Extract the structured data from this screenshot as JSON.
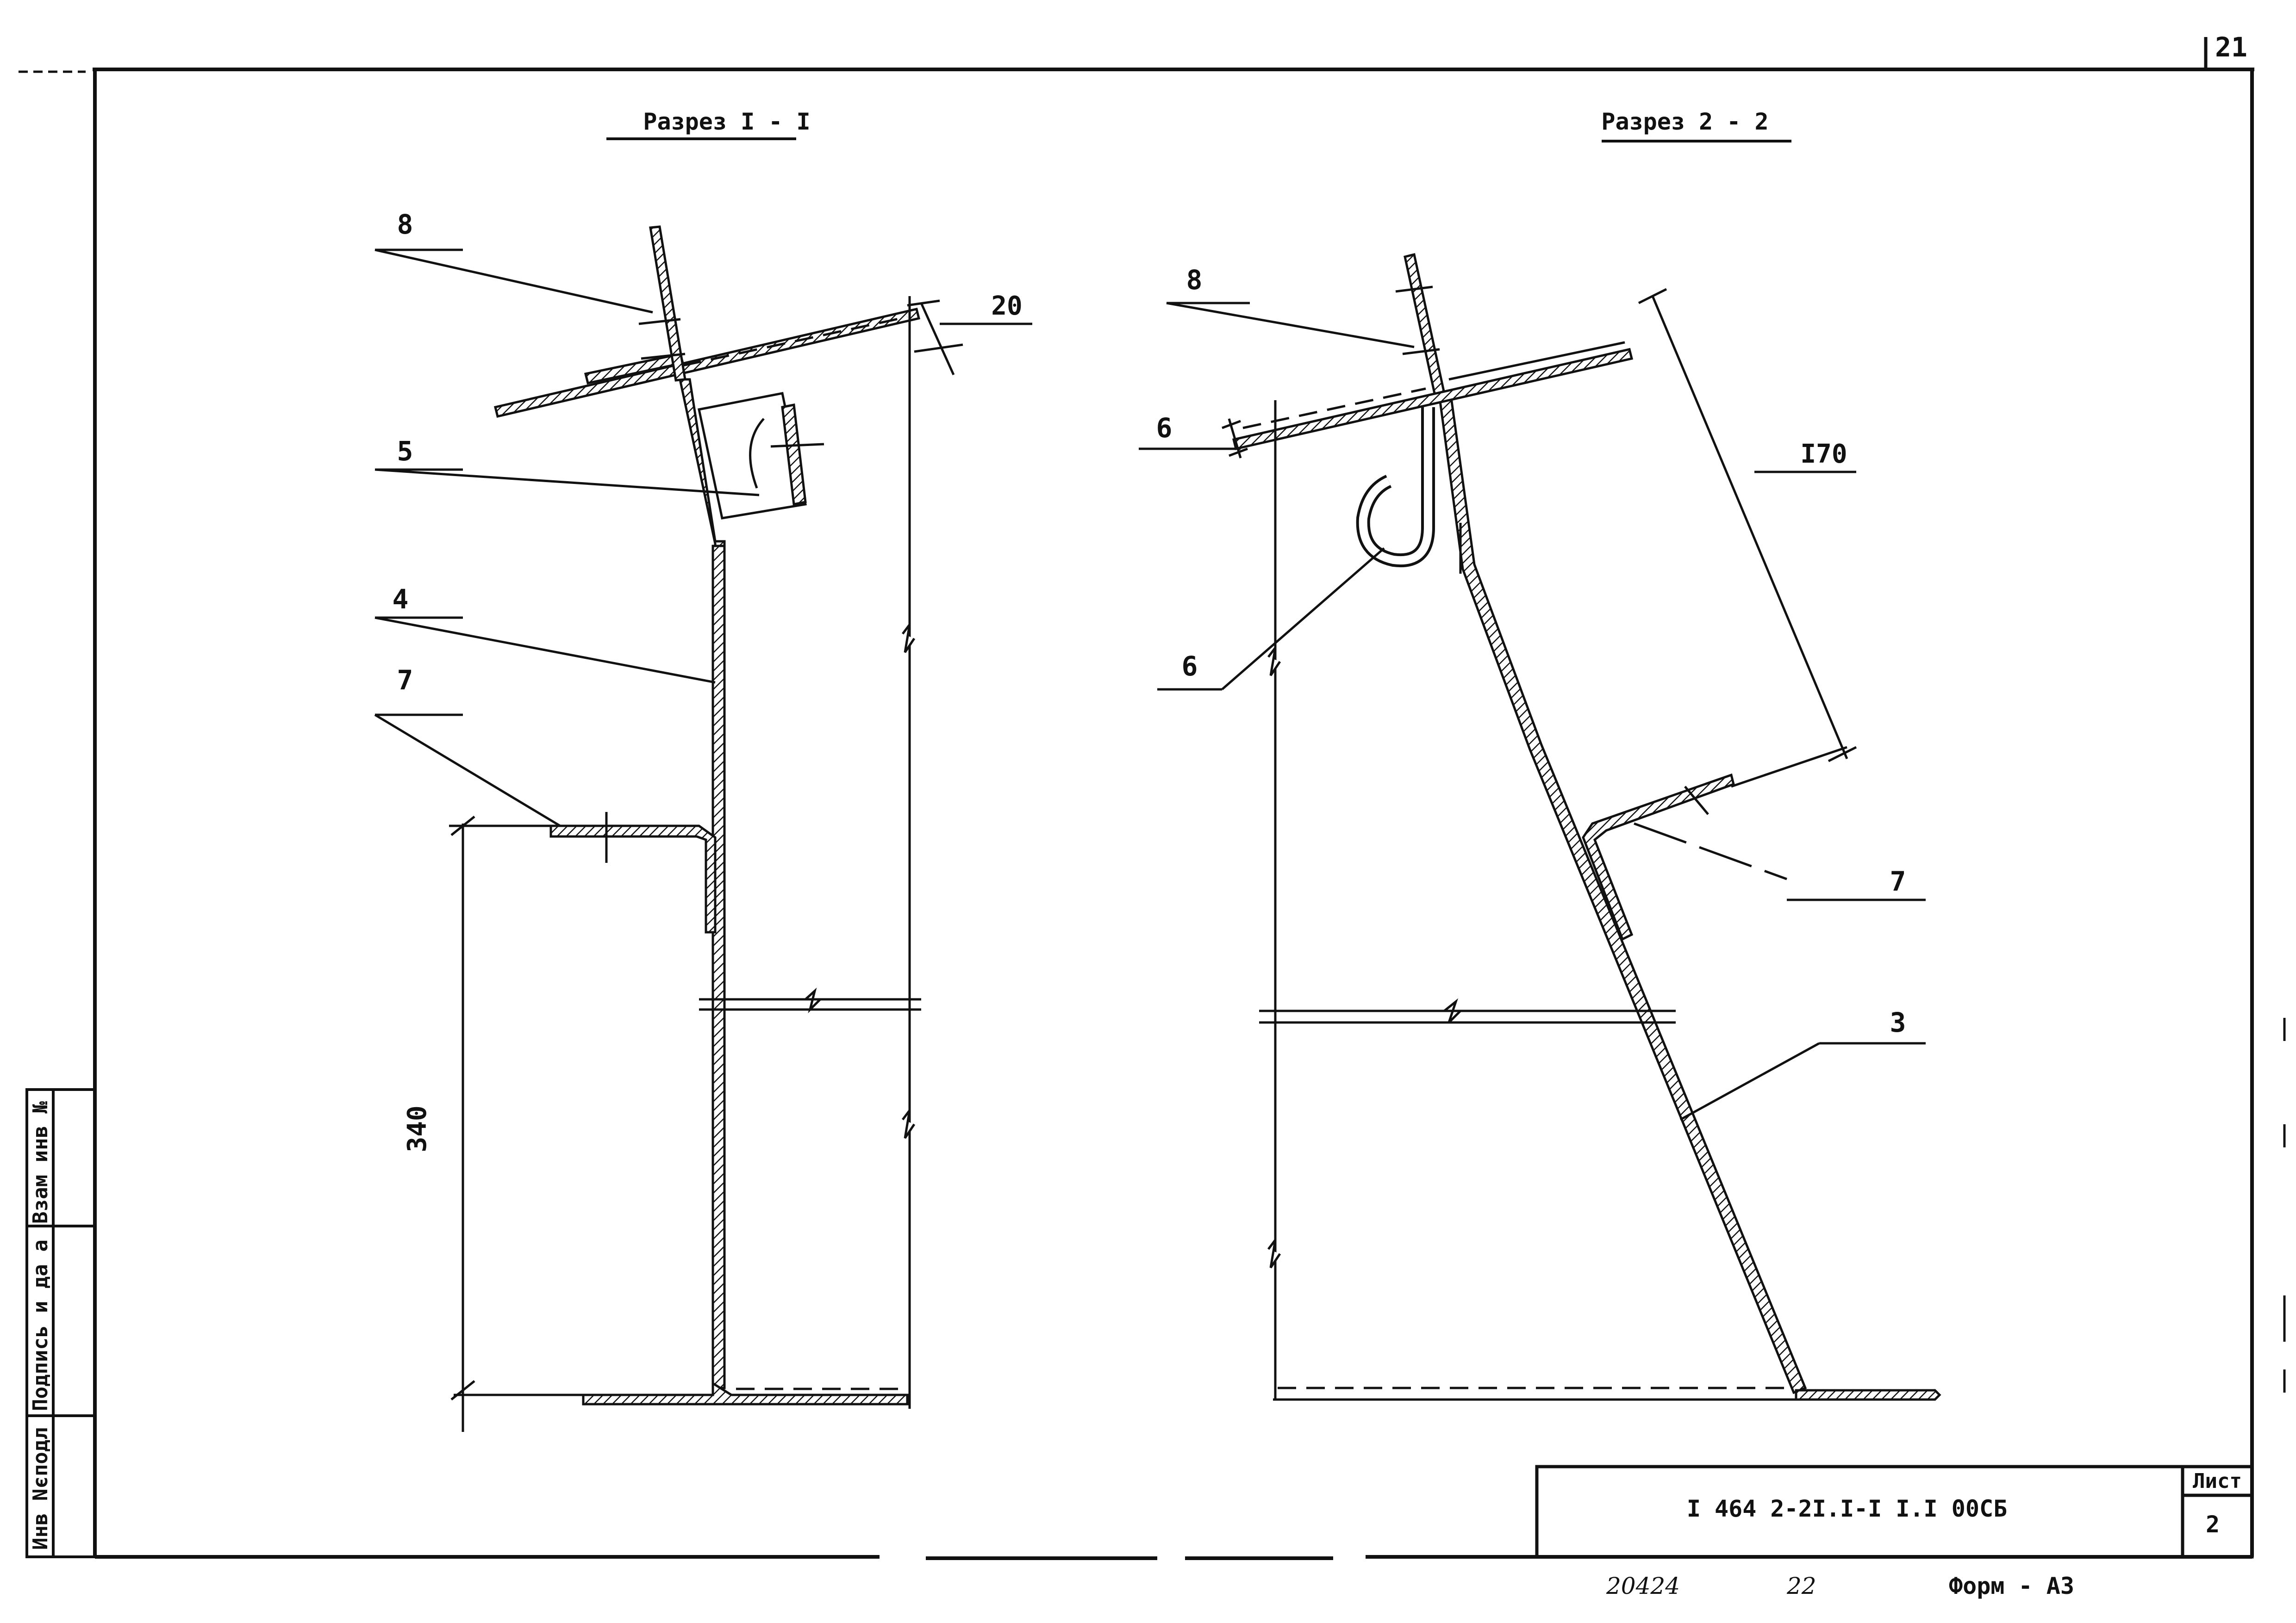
{
  "sheet_corner_number": "21",
  "section_1_title": "Разрез I - I",
  "section_2_title": "Разрез 2 - 2",
  "callouts": {
    "left_8": "8",
    "left_5": "5",
    "left_4": "4",
    "left_7": "7",
    "right_8": "8",
    "right_6_top": "6",
    "right_6_bottom": "6",
    "right_7": "7",
    "right_3": "3"
  },
  "dimensions": {
    "left_20": "20",
    "left_340": "340",
    "right_170": "I70"
  },
  "side_stamp": {
    "inv_no_podl": "Инв Nєподл",
    "podpis_i_data": "Подпись и да а",
    "vzam_inv_no": "Взам инв №"
  },
  "title_block": {
    "document_code": "I 464 2-2I.I-I I.I 00СБ",
    "sheet_label": "Лист",
    "sheet_number": "2"
  },
  "footer": {
    "handwritten_number": "20424",
    "handwritten_extra": "22",
    "format_label": "Форм - А3"
  }
}
